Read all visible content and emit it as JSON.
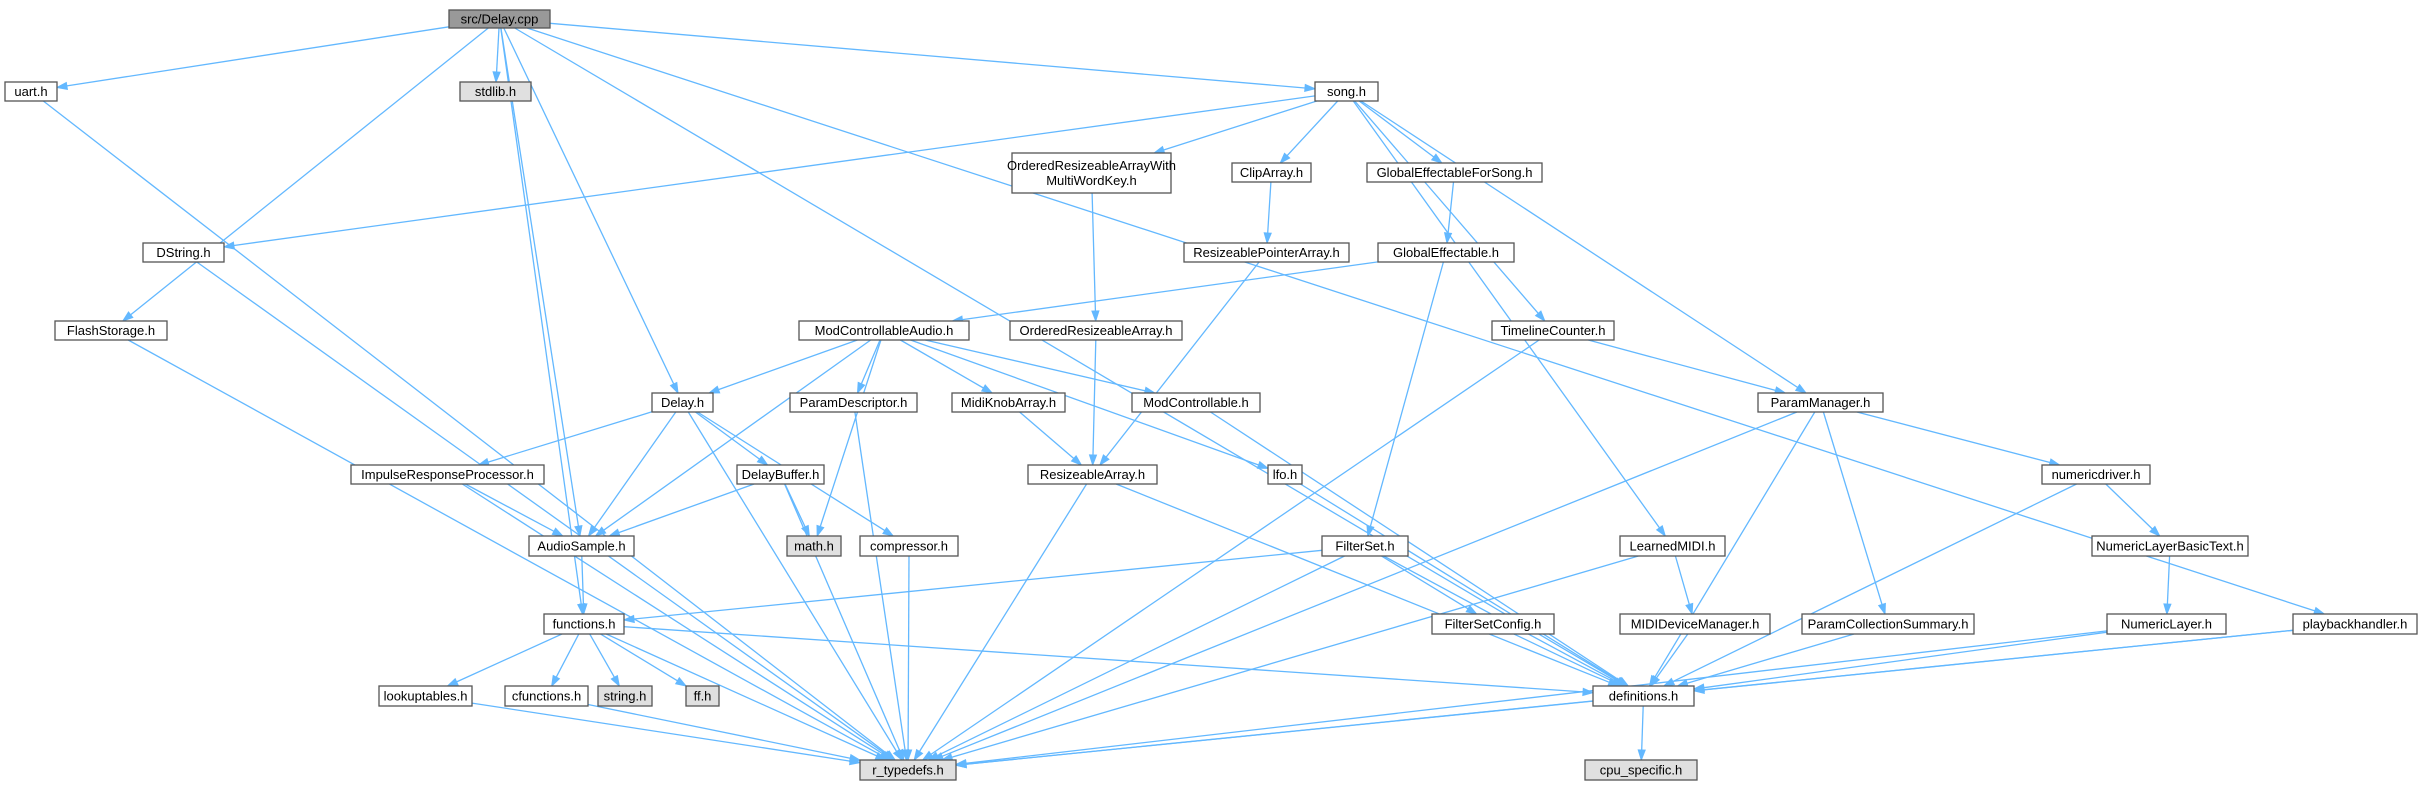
{
  "colors": {
    "background": "#ffffff",
    "edge": "#63b8ff",
    "node_border": "#555555",
    "root_fill": "#999999",
    "header_fill": "#e0e0e0",
    "node_fill": "#ffffff"
  },
  "nodes": [
    {
      "id": "delay_cpp",
      "label": "src/Delay.cpp",
      "kind": "root"
    },
    {
      "id": "uart_h",
      "label": "uart.h",
      "kind": "header"
    },
    {
      "id": "stdlib_h",
      "label": "stdlib.h",
      "kind": "system"
    },
    {
      "id": "song_h",
      "label": "song.h",
      "kind": "header"
    },
    {
      "id": "oramwk_h",
      "label": [
        "OrderedResizeableArrayWith",
        "MultiWordKey.h"
      ],
      "kind": "header"
    },
    {
      "id": "cliparray_h",
      "label": "ClipArray.h",
      "kind": "header"
    },
    {
      "id": "gefs_h",
      "label": "GlobalEffectableForSong.h",
      "kind": "header"
    },
    {
      "id": "dstring_h",
      "label": "DString.h",
      "kind": "header"
    },
    {
      "id": "rpa_h",
      "label": "ResizeablePointerArray.h",
      "kind": "header"
    },
    {
      "id": "ge_h",
      "label": "GlobalEffectable.h",
      "kind": "header"
    },
    {
      "id": "flash_h",
      "label": "FlashStorage.h",
      "kind": "header"
    },
    {
      "id": "mca_h",
      "label": "ModControllableAudio.h",
      "kind": "header"
    },
    {
      "id": "ora_h",
      "label": "OrderedResizeableArray.h",
      "kind": "header"
    },
    {
      "id": "tc_h",
      "label": "TimelineCounter.h",
      "kind": "header"
    },
    {
      "id": "delay_h",
      "label": "Delay.h",
      "kind": "header"
    },
    {
      "id": "pd_h",
      "label": "ParamDescriptor.h",
      "kind": "header"
    },
    {
      "id": "mka_h",
      "label": "MidiKnobArray.h",
      "kind": "header"
    },
    {
      "id": "mc_h",
      "label": "ModControllable.h",
      "kind": "header"
    },
    {
      "id": "pm_h",
      "label": "ParamManager.h",
      "kind": "header"
    },
    {
      "id": "irp_h",
      "label": "ImpulseResponseProcessor.h",
      "kind": "header"
    },
    {
      "id": "db_h",
      "label": "DelayBuffer.h",
      "kind": "header"
    },
    {
      "id": "ra_h",
      "label": "ResizeableArray.h",
      "kind": "header"
    },
    {
      "id": "lfo_h",
      "label": "lfo.h",
      "kind": "header"
    },
    {
      "id": "nd_h",
      "label": "numericdriver.h",
      "kind": "header"
    },
    {
      "id": "as_h",
      "label": "AudioSample.h",
      "kind": "header"
    },
    {
      "id": "math_h",
      "label": "math.h",
      "kind": "system"
    },
    {
      "id": "comp_h",
      "label": "compressor.h",
      "kind": "header"
    },
    {
      "id": "fs_h",
      "label": "FilterSet.h",
      "kind": "header"
    },
    {
      "id": "lm_h",
      "label": "LearnedMIDI.h",
      "kind": "header"
    },
    {
      "id": "nlbt_h",
      "label": "NumericLayerBasicText.h",
      "kind": "header"
    },
    {
      "id": "func_h",
      "label": "functions.h",
      "kind": "header"
    },
    {
      "id": "fsc_h",
      "label": "FilterSetConfig.h",
      "kind": "header"
    },
    {
      "id": "mdm_h",
      "label": "MIDIDeviceManager.h",
      "kind": "header"
    },
    {
      "id": "pcs_h",
      "label": "ParamCollectionSummary.h",
      "kind": "header"
    },
    {
      "id": "nl_h",
      "label": "NumericLayer.h",
      "kind": "header"
    },
    {
      "id": "ph_h",
      "label": "playbackhandler.h",
      "kind": "header"
    },
    {
      "id": "lut_h",
      "label": "lookuptables.h",
      "kind": "header"
    },
    {
      "id": "cf_h",
      "label": "cfunctions.h",
      "kind": "header"
    },
    {
      "id": "string_h",
      "label": "string.h",
      "kind": "system"
    },
    {
      "id": "ff_h",
      "label": "ff.h",
      "kind": "system"
    },
    {
      "id": "defs_h",
      "label": "definitions.h",
      "kind": "header"
    },
    {
      "id": "rtd_h",
      "label": "r_typedefs.h",
      "kind": "system"
    },
    {
      "id": "cpu_h",
      "label": "cpu_specific.h",
      "kind": "system"
    }
  ],
  "edges": [
    [
      "delay_cpp",
      "uart_h"
    ],
    [
      "delay_cpp",
      "stdlib_h"
    ],
    [
      "delay_cpp",
      "song_h"
    ],
    [
      "delay_cpp",
      "flash_h"
    ],
    [
      "delay_cpp",
      "delay_h"
    ],
    [
      "delay_cpp",
      "as_h"
    ],
    [
      "delay_cpp",
      "func_h"
    ],
    [
      "delay_cpp",
      "defs_h"
    ],
    [
      "delay_cpp",
      "ph_h"
    ],
    [
      "uart_h",
      "rtd_h"
    ],
    [
      "song_h",
      "dstring_h"
    ],
    [
      "song_h",
      "oramwk_h"
    ],
    [
      "song_h",
      "cliparray_h"
    ],
    [
      "song_h",
      "gefs_h"
    ],
    [
      "song_h",
      "tc_h"
    ],
    [
      "song_h",
      "pm_h"
    ],
    [
      "song_h",
      "lm_h"
    ],
    [
      "oramwk_h",
      "ora_h"
    ],
    [
      "cliparray_h",
      "rpa_h"
    ],
    [
      "gefs_h",
      "ge_h"
    ],
    [
      "dstring_h",
      "rtd_h"
    ],
    [
      "rpa_h",
      "ra_h"
    ],
    [
      "ge_h",
      "mca_h"
    ],
    [
      "ge_h",
      "fs_h"
    ],
    [
      "flash_h",
      "rtd_h"
    ],
    [
      "mca_h",
      "delay_h"
    ],
    [
      "mca_h",
      "pd_h"
    ],
    [
      "mca_h",
      "mka_h"
    ],
    [
      "mca_h",
      "mc_h"
    ],
    [
      "mca_h",
      "lfo_h"
    ],
    [
      "mca_h",
      "as_h"
    ],
    [
      "mca_h",
      "math_h"
    ],
    [
      "ora_h",
      "ra_h"
    ],
    [
      "tc_h",
      "pm_h"
    ],
    [
      "tc_h",
      "rtd_h"
    ],
    [
      "delay_h",
      "irp_h"
    ],
    [
      "delay_h",
      "db_h"
    ],
    [
      "delay_h",
      "as_h"
    ],
    [
      "delay_h",
      "comp_h"
    ],
    [
      "delay_h",
      "rtd_h"
    ],
    [
      "pd_h",
      "rtd_h"
    ],
    [
      "mka_h",
      "ra_h"
    ],
    [
      "mc_h",
      "defs_h"
    ],
    [
      "pm_h",
      "nd_h"
    ],
    [
      "pm_h",
      "pcs_h"
    ],
    [
      "pm_h",
      "defs_h"
    ],
    [
      "pm_h",
      "rtd_h"
    ],
    [
      "irp_h",
      "as_h"
    ],
    [
      "irp_h",
      "rtd_h"
    ],
    [
      "db_h",
      "as_h"
    ],
    [
      "db_h",
      "math_h"
    ],
    [
      "db_h",
      "rtd_h"
    ],
    [
      "ra_h",
      "defs_h"
    ],
    [
      "ra_h",
      "rtd_h"
    ],
    [
      "lfo_h",
      "defs_h"
    ],
    [
      "nd_h",
      "nlbt_h"
    ],
    [
      "nd_h",
      "defs_h"
    ],
    [
      "as_h",
      "func_h"
    ],
    [
      "comp_h",
      "rtd_h"
    ],
    [
      "fs_h",
      "func_h"
    ],
    [
      "fs_h",
      "fsc_h"
    ],
    [
      "fs_h",
      "defs_h"
    ],
    [
      "fs_h",
      "rtd_h"
    ],
    [
      "lm_h",
      "mdm_h"
    ],
    [
      "lm_h",
      "rtd_h"
    ],
    [
      "nlbt_h",
      "nl_h"
    ],
    [
      "func_h",
      "lut_h"
    ],
    [
      "func_h",
      "cf_h"
    ],
    [
      "func_h",
      "string_h"
    ],
    [
      "func_h",
      "ff_h"
    ],
    [
      "func_h",
      "defs_h"
    ],
    [
      "func_h",
      "rtd_h"
    ],
    [
      "fsc_h",
      "defs_h"
    ],
    [
      "mdm_h",
      "defs_h"
    ],
    [
      "pcs_h",
      "defs_h"
    ],
    [
      "nl_h",
      "defs_h"
    ],
    [
      "nl_h",
      "rtd_h"
    ],
    [
      "ph_h",
      "defs_h"
    ],
    [
      "ph_h",
      "rtd_h"
    ],
    [
      "lut_h",
      "rtd_h"
    ],
    [
      "cf_h",
      "rtd_h"
    ],
    [
      "defs_h",
      "rtd_h"
    ],
    [
      "defs_h",
      "cpu_h"
    ]
  ]
}
